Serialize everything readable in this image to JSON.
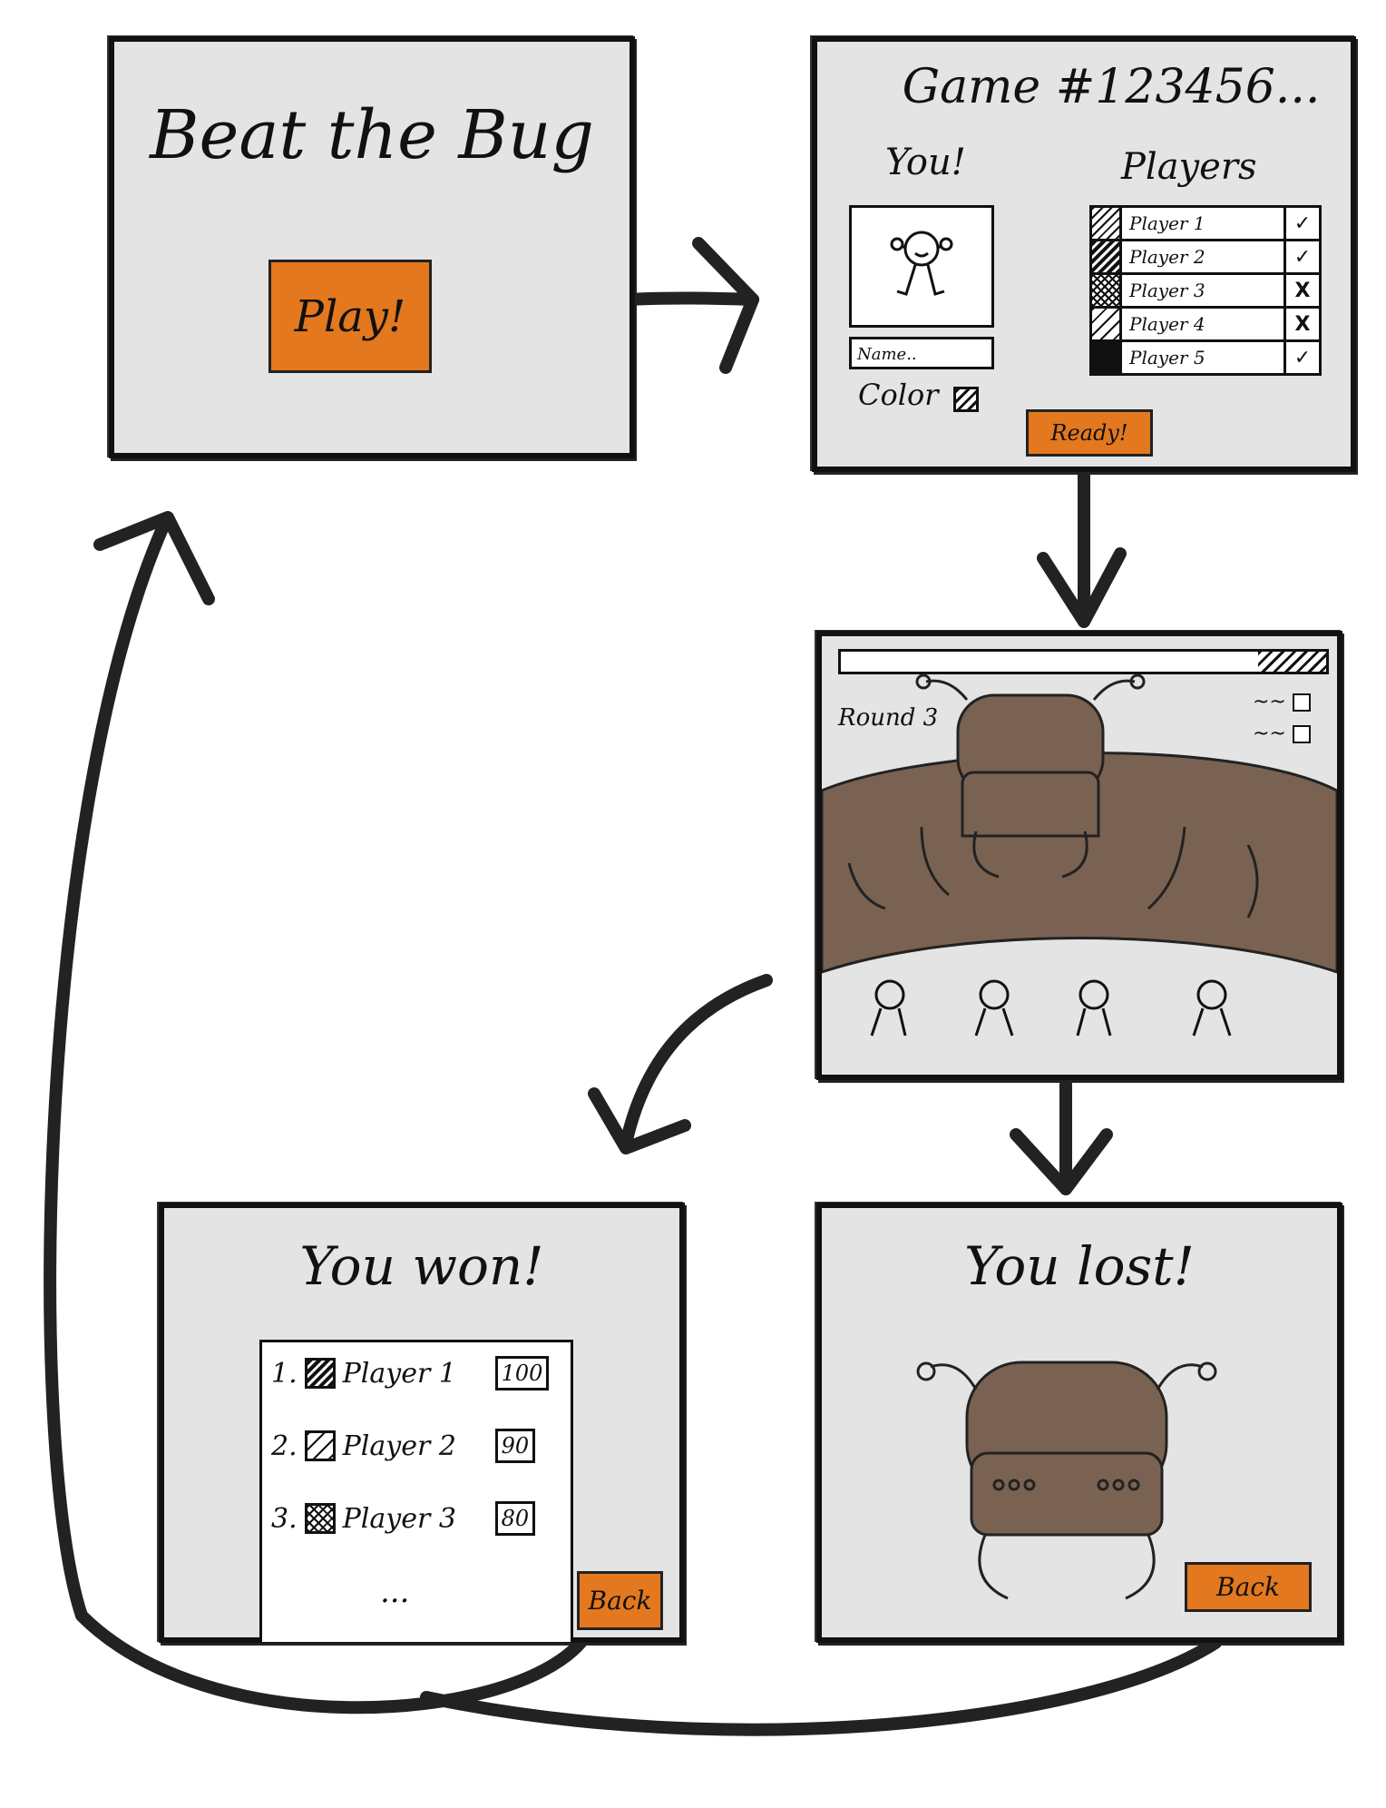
{
  "home": {
    "title": "Beat the Bug",
    "play_label": "Play!"
  },
  "lobby": {
    "title": "Game #123456...",
    "you_label": "You!",
    "players_label": "Players",
    "name_placeholder": "Name..",
    "color_label": "Color",
    "ready_label": "Ready!",
    "players": [
      {
        "name": "Player 1",
        "status": "✓"
      },
      {
        "name": "Player 2",
        "status": "✓"
      },
      {
        "name": "Player 3",
        "status": "X"
      },
      {
        "name": "Player 4",
        "status": "X"
      },
      {
        "name": "Player 5",
        "status": "✓"
      }
    ]
  },
  "game": {
    "round_label": "Round 3",
    "legend_marks": [
      "~~",
      "~~"
    ]
  },
  "won": {
    "title": "You won!",
    "rankings": [
      {
        "rank": "1.",
        "name": "Player 1",
        "score": "100"
      },
      {
        "rank": "2.",
        "name": "Player 2",
        "score": "90"
      },
      {
        "rank": "3.",
        "name": "Player 3",
        "score": "80"
      }
    ],
    "more": "...",
    "back_label": "Back"
  },
  "lost": {
    "title": "You lost!",
    "back_label": "Back"
  },
  "colors": {
    "accent": "#e3781e",
    "bug": "#7a6253",
    "screen_bg": "#e4e4e4"
  }
}
